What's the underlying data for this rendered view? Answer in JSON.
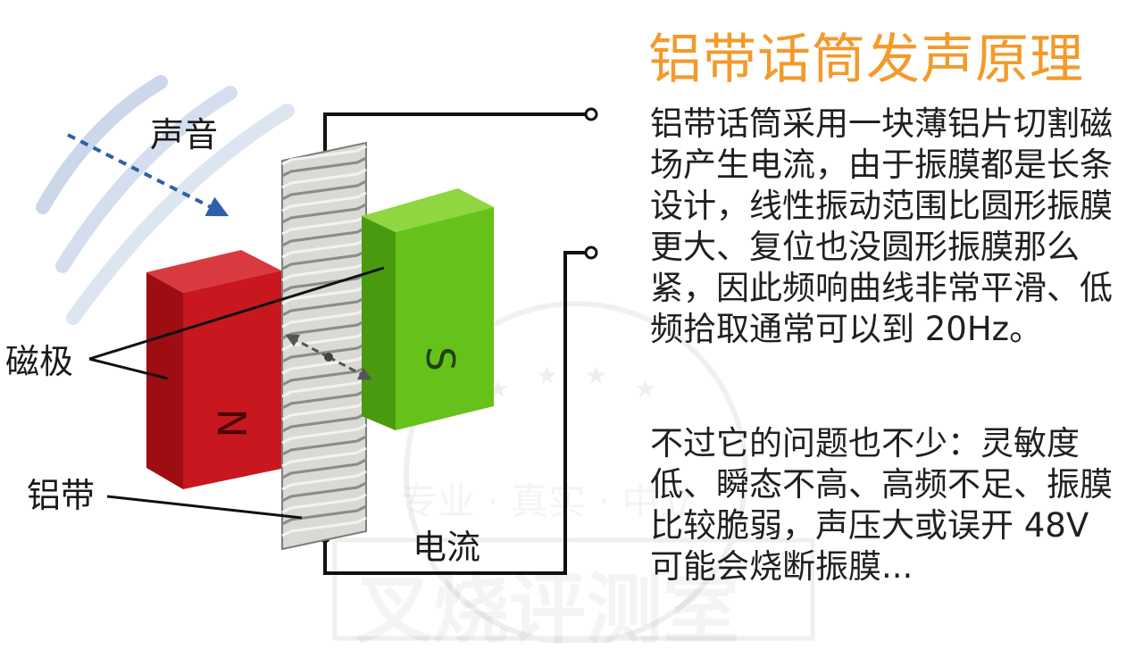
{
  "diagram": {
    "sound_label": "声音",
    "pole_label": "磁极",
    "ribbon_label": "铝带",
    "current_label": "电流",
    "north_pole": "N",
    "south_pole": "S"
  },
  "article": {
    "title": "铝带话筒发声原理",
    "paragraph1": "铝带话筒采用一块薄铝片切割磁场产生电流，由于振膜都是长条设计，线性振动范围比圆形振膜更大、复位也没圆形振膜那么紧，因此频响曲线非常平滑、低频拾取通常可以到 20Hz。",
    "paragraph2": "不过它的问题也不少：灵敏度低、瞬态不高、高频不足、振膜比较脆弱，声压大或误开 48V 可能会烧断振膜..."
  },
  "watermark": {
    "slogan": "专业 · 真实 · 中立",
    "brand": "叉烧评测室"
  },
  "colors": {
    "title": "#f39a2b",
    "north_front": "#c8171e",
    "north_side": "#9e0d12",
    "south_front": "#66c21a",
    "south_side": "#4a9a10",
    "arrow": "#2f5fa8",
    "waves": "#c7d3e8"
  }
}
